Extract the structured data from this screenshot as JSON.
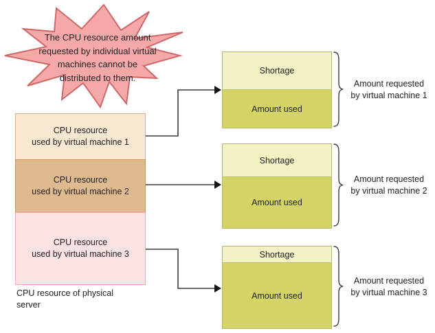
{
  "callout": {
    "text": "The CPU resource amount\nrequested by individual virtual\nmachines cannot be\ndistributed to them."
  },
  "physical_server": {
    "caption": "CPU resource of physical server",
    "segments": [
      {
        "label": "CPU resource\nused by virtual machine 1"
      },
      {
        "label": "CPU resource\nused by virtual machine 2"
      },
      {
        "label": "CPU resource\nused by virtual machine 3"
      }
    ]
  },
  "requests": [
    {
      "shortage": "Shortage",
      "used": "Amount used",
      "label": "Amount requested\nby virtual machine 1"
    },
    {
      "shortage": "Shortage",
      "used": "Amount used",
      "label": "Amount requested\nby virtual machine 2"
    },
    {
      "shortage": "Shortage",
      "used": "Amount used",
      "label": "Amount requested\nby virtual machine 3"
    }
  ],
  "colors": {
    "callout_fill": "#f5a8a8",
    "callout_stroke": "#ce6767",
    "vm1_fill": "#f8e8d2",
    "vm2_fill": "#e0ba8f",
    "vm3_fill": "#fce2e2",
    "shortage_fill": "#f2f2c5",
    "used_fill": "#d3d366"
  }
}
